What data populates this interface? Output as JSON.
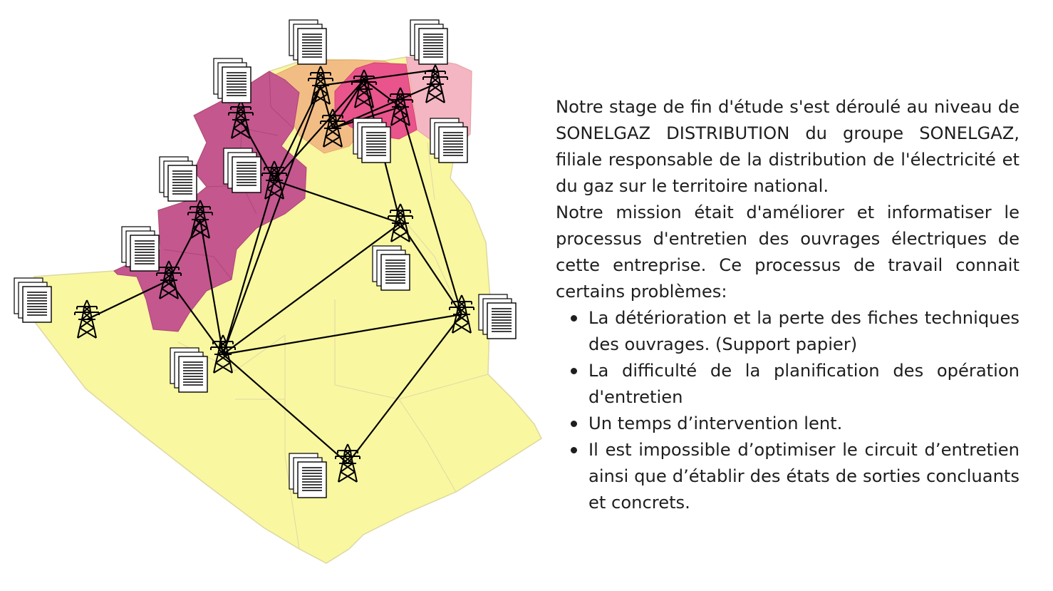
{
  "colors": {
    "region_west": "#c4578e",
    "region_center": "#f2bd85",
    "region_east_dark": "#e8548b",
    "region_east_light": "#f4b6c2",
    "region_south": "#f9f7a0",
    "border_thin": "#e0d9a6",
    "network_line": "#000000",
    "text": "#1e1e1e"
  },
  "icons": {
    "pylon": "electricity-pylon-icon",
    "document": "paper-document-icon"
  },
  "text": {
    "paragraph_1": "Notre stage de fin d'étude s'est déroulé au niveau de SONELGAZ DISTRIBUTION du groupe SONELGAZ, filiale responsable de la distribution de l'électricité et du gaz sur  le territoire national.",
    "paragraph_2": "Notre mission était d'améliorer et informatiser le processus d'entretien des ouvrages électriques de cette entreprise. Ce processus de travail connait certains problèmes:",
    "bullets": [
      "La détérioration et la perte des fiches techniques des ouvrages. (Support papier)",
      "La difficulté de la planification des opération d'entretien",
      "Un temps d’intervention lent.",
      "Il est impossible d’optimiser le circuit d’entretien ainsi que d’établir des états de sorties concluants et concrets."
    ]
  }
}
